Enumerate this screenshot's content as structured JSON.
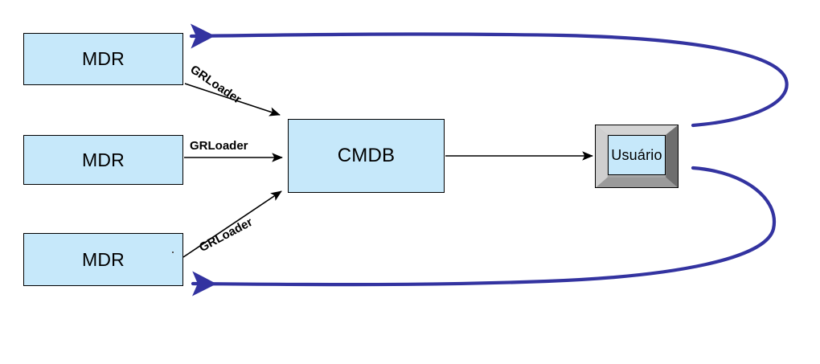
{
  "diagram": {
    "title": "CMDB federation diagram",
    "background_color": "#ffffff",
    "node_fill_color": "#c6e8fa",
    "node_border_color": "#000000",
    "feedback_arrow_color": "#3333a0",
    "data_arrow_color": "#000000",
    "nodes": [
      {
        "id": "mdr-top",
        "label": "MDR"
      },
      {
        "id": "mdr-middle",
        "label": "MDR"
      },
      {
        "id": "mdr-bottom",
        "label": "MDR"
      },
      {
        "id": "cmdb",
        "label": "CMDB"
      },
      {
        "id": "usuario",
        "label": "Usuário"
      }
    ],
    "edges": [
      {
        "id": "edge-mdr-top-to-cmdb",
        "label": "GRLoader",
        "from": "mdr-top",
        "to": "cmdb",
        "style": "solid-black-arrow"
      },
      {
        "id": "edge-mdr-middle-to-cmdb",
        "label": "GRLoader",
        "from": "mdr-middle",
        "to": "cmdb",
        "style": "solid-black-arrow"
      },
      {
        "id": "edge-mdr-bottom-to-cmdb",
        "label": "GRLoader",
        "from": "mdr-bottom",
        "to": "cmdb",
        "style": "solid-black-arrow"
      },
      {
        "id": "edge-cmdb-to-usuario",
        "label": "",
        "from": "cmdb",
        "to": "usuario",
        "style": "solid-black-arrow"
      },
      {
        "id": "edge-usuario-to-mdr-top",
        "label": "",
        "from": "usuario",
        "to": "mdr-top",
        "style": "curved-blue-arrow"
      },
      {
        "id": "edge-usuario-to-mdr-bottom",
        "label": "",
        "from": "usuario",
        "to": "mdr-bottom",
        "style": "curved-blue-arrow"
      }
    ]
  }
}
